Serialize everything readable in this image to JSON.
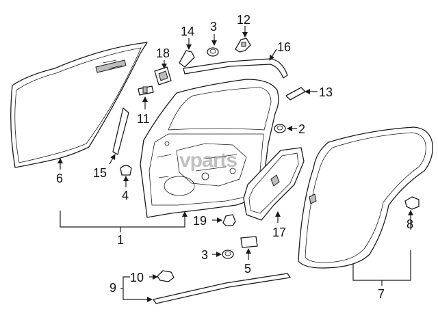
{
  "watermark": "vparts",
  "callouts": {
    "c1": "1",
    "c2": "2",
    "c3a": "3",
    "c3b": "3",
    "c4": "4",
    "c5": "5",
    "c6": "6",
    "c7": "7",
    "c8": "8",
    "c9": "9",
    "c10": "10",
    "c11": "11",
    "c12": "12",
    "c13": "13",
    "c14": "14",
    "c15": "15",
    "c16": "16",
    "c17": "17",
    "c18": "18",
    "c19": "19"
  },
  "colors": {
    "line": "#1a1a1a",
    "background": "#ffffff",
    "watermark": "#8d8d8d"
  }
}
